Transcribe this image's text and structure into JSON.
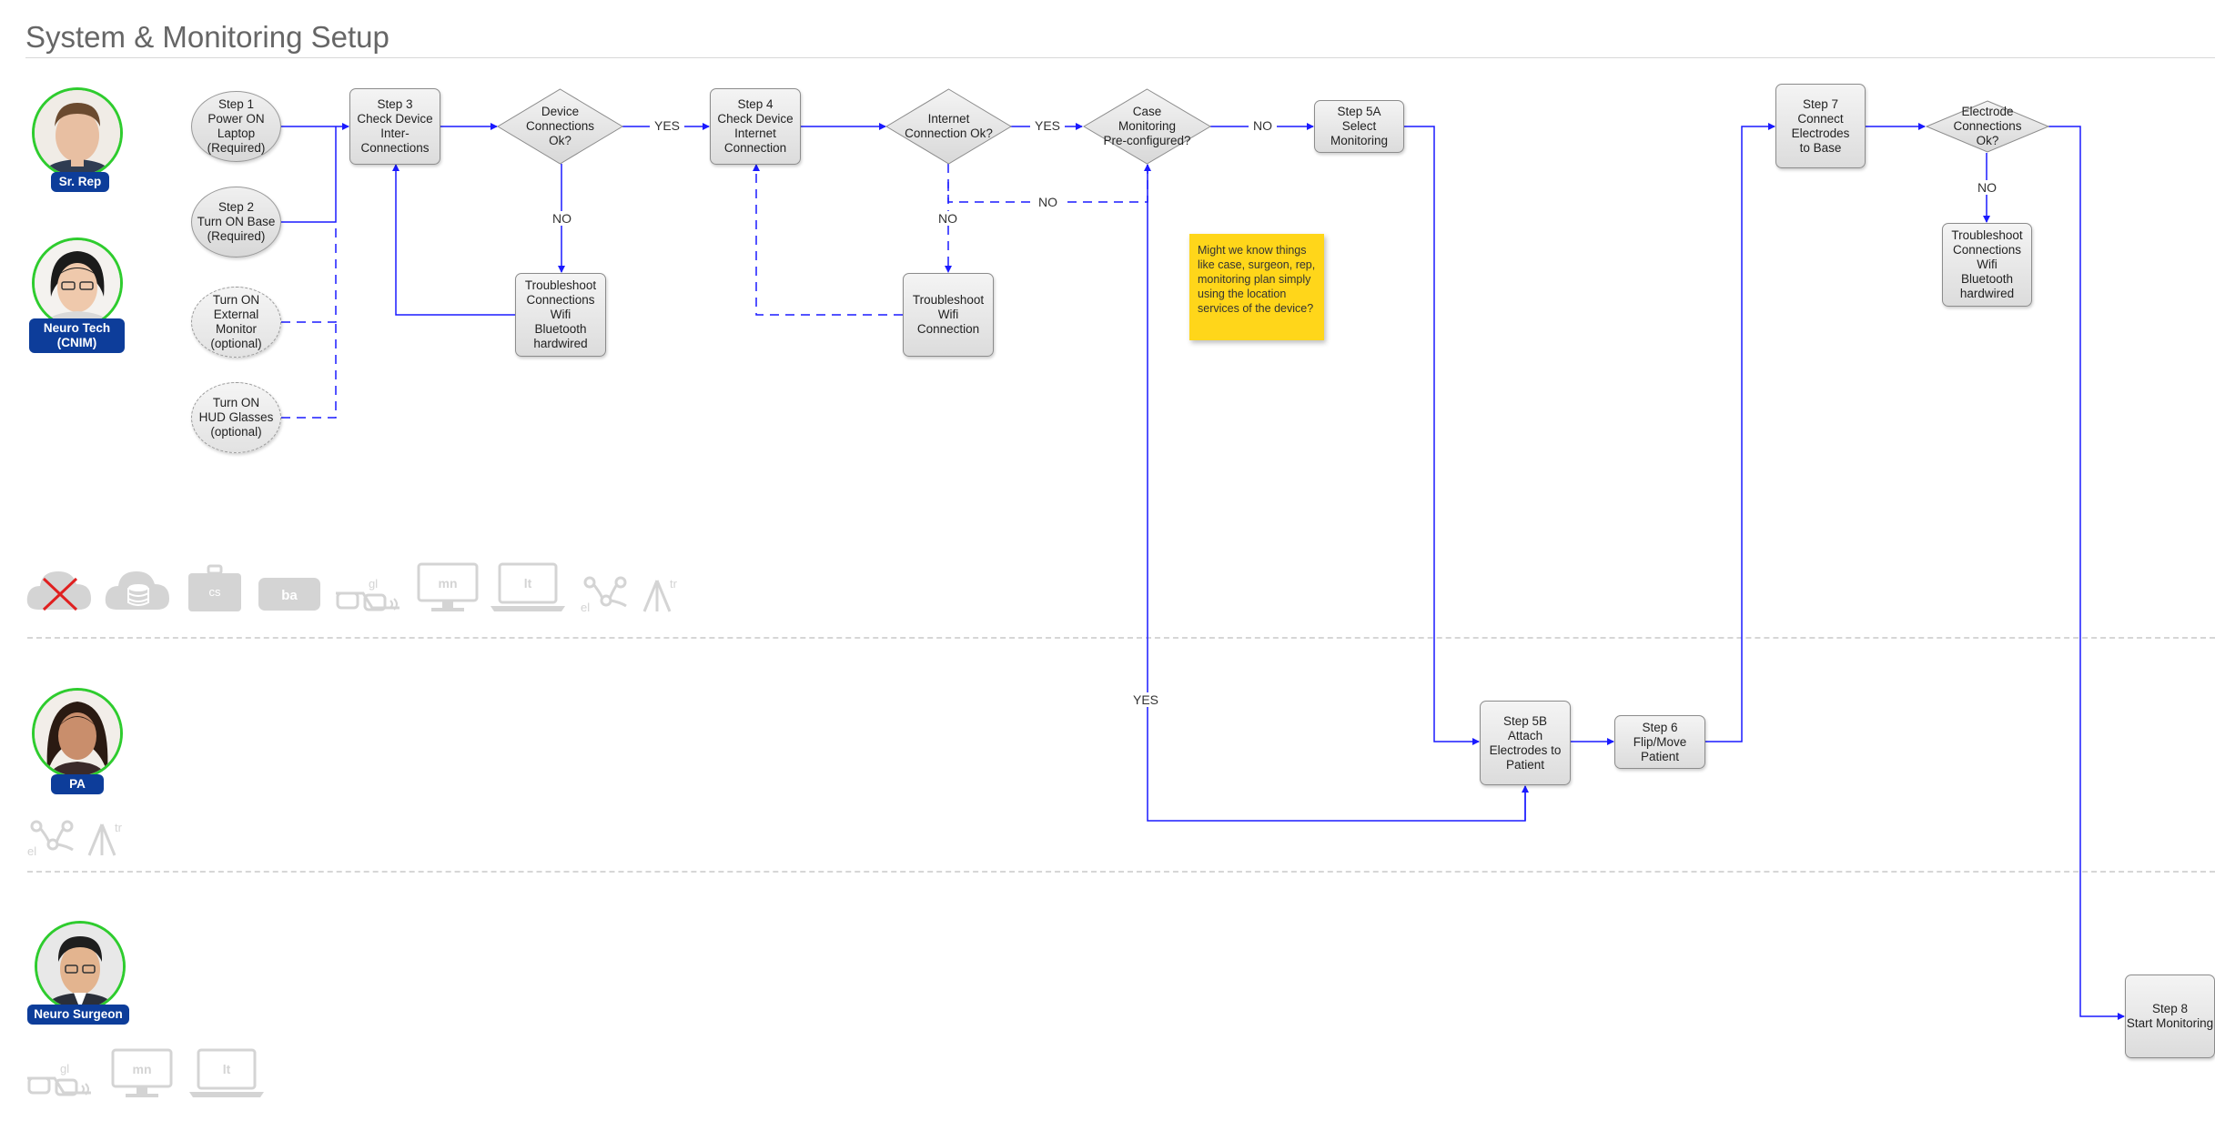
{
  "page": {
    "title": "System & Monitoring Setup"
  },
  "roles": {
    "sr_rep": "Sr. Rep",
    "neuro_tech": "Neuro Tech\n(CNIM)",
    "pa": "PA",
    "neuro_surgeon": "Neuro Surgeon"
  },
  "nodes": {
    "step1": "Step 1\nPower ON\nLaptop\n(Required)",
    "step2": "Step 2\nTurn ON Base\n(Required)",
    "ext_monitor": "Turn ON\nExternal Monitor\n(optional)",
    "hud_glasses": "Turn ON\nHUD Glasses\n(optional)",
    "step3": "Step 3\nCheck Device\nInter-\nConnections",
    "device_conn_ok": "Device\nConnections\nOk?",
    "troubleshoot_conn_1": "Troubleshoot\nConnections\nWifi\nBluetooth\nhardwired",
    "step4": "Step 4\nCheck Device\nInternet\nConnection",
    "internet_ok": "Internet\nConnection Ok?",
    "troubleshoot_wifi": "Troubleshoot\nWifi\nConnection",
    "case_preconfig": "Case\nMonitoring\nPre-configured?",
    "step5a": "Step 5A\nSelect\nMonitoring",
    "step5b": "Step 5B\nAttach\nElectrodes to\nPatient",
    "step6": "Step 6\nFlip/Move\nPatient",
    "step7": "Step 7\nConnect\nElectrodes\nto Base",
    "electrode_ok": "Electrode\nConnections\nOk?",
    "troubleshoot_conn_2": "Troubleshoot\nConnections\nWifi\nBluetooth\nhardwired",
    "step8": "Step 8\nStart Monitoring"
  },
  "edge_labels": {
    "yes_1": "YES",
    "no_1": "NO",
    "yes_2": "YES",
    "no_2": "NO",
    "no_3": "NO",
    "no_4": "NO",
    "yes_3": "YES",
    "no_5": "NO"
  },
  "sticky_note": "Might we know things like case, surgeon, rep, monitoring plan simply using the location services of the device?",
  "equipment_icons": {
    "row1": [
      "cloud-x-icon",
      "cloud-database-icon",
      "case-icon",
      "base-icon",
      "glasses-icon",
      "monitor-icon",
      "laptop-icon",
      "electrodes-icon",
      "tripod-icon"
    ],
    "cs": "cs",
    "ba": "ba",
    "gl": "gl",
    "mn": "mn",
    "lt": "lt",
    "el": "el",
    "tr": "tr"
  },
  "colors": {
    "connector": "#1a1aff",
    "sticky": "#ffd61a",
    "badge": "#0d3d9a",
    "avatar_ring": "#2ecc2e",
    "icon_gray": "#d4d4d4"
  }
}
